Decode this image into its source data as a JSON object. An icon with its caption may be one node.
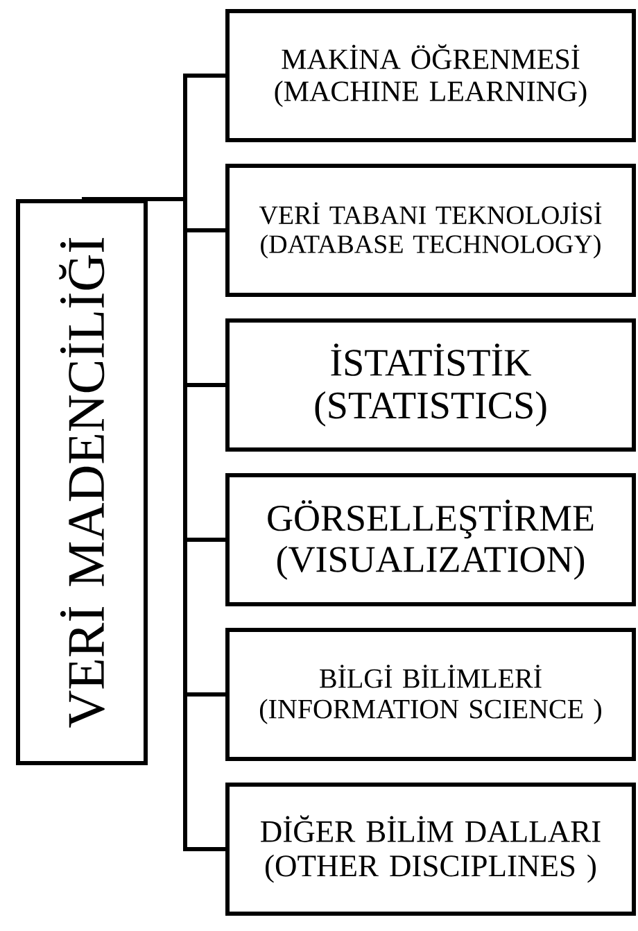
{
  "diagram": {
    "nodes": [
      {
        "text": [
          "VERİ MADENCİLİĞİ"
        ]
      },
      {
        "text": [
          "MAKİNA ÖĞRENMESİ (MACHINE LEARNING)"
        ]
      },
      {
        "text": [
          "VERİ TABANI TEKNOLOJİSİ (DATABASE TECHNOLOGY)"
        ]
      },
      {
        "text": [
          "İSTATİSTİK (STATISTICS)"
        ]
      },
      {
        "text": [
          "GÖRSELLEŞTİRME (VISUALIZATION)"
        ]
      },
      {
        "text": [
          "BİLGİ BİLİMLERİ (INFORMATION SCIENCE )"
        ]
      },
      {
        "text": [
          "DİĞER BİLİM DALLARI (OTHER DISCIPLINES )"
        ]
      }
    ],
    "edges": [
      {
        "from": 0,
        "to": 1,
        "arrow": "none"
      },
      {
        "from": 0,
        "to": 2,
        "arrow": "none"
      },
      {
        "from": 0,
        "to": 3,
        "arrow": "none"
      },
      {
        "from": 0,
        "to": 4,
        "arrow": "none"
      },
      {
        "from": 0,
        "to": 5,
        "arrow": "none"
      },
      {
        "from": 0,
        "to": 6,
        "arrow": "none"
      }
    ]
  }
}
